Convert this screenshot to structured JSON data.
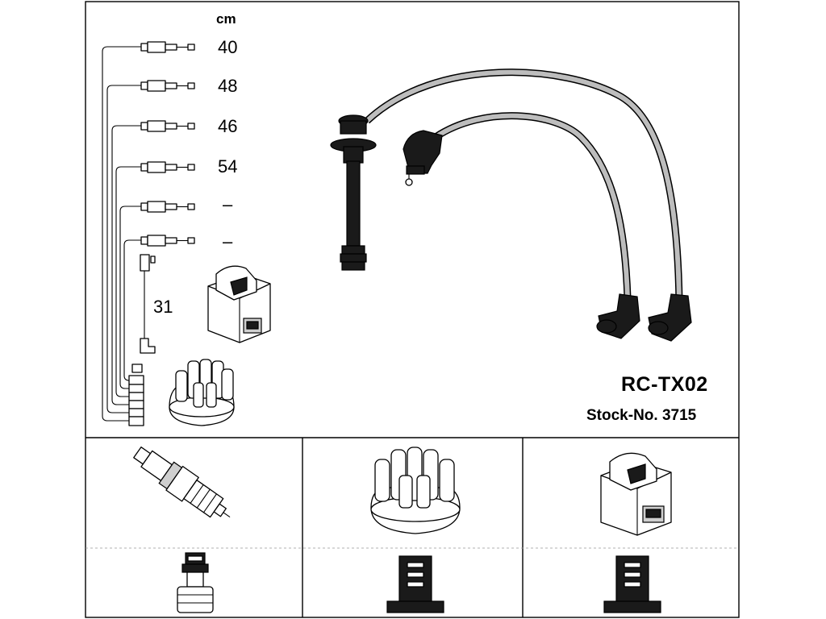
{
  "unit_label": "cm",
  "lengths": [
    "40",
    "48",
    "46",
    "54",
    "–",
    "–"
  ],
  "coil_lead_length": "31",
  "product_code": "RC-TX02",
  "stock_number": "Stock-No. 3715",
  "icons": [
    "spark-plug-icon",
    "distributor-cap-icon",
    "ignition-coil-icon",
    "spark-plug-boot-icon",
    "distributor-terminal-icon",
    "coil-terminal-icon"
  ]
}
